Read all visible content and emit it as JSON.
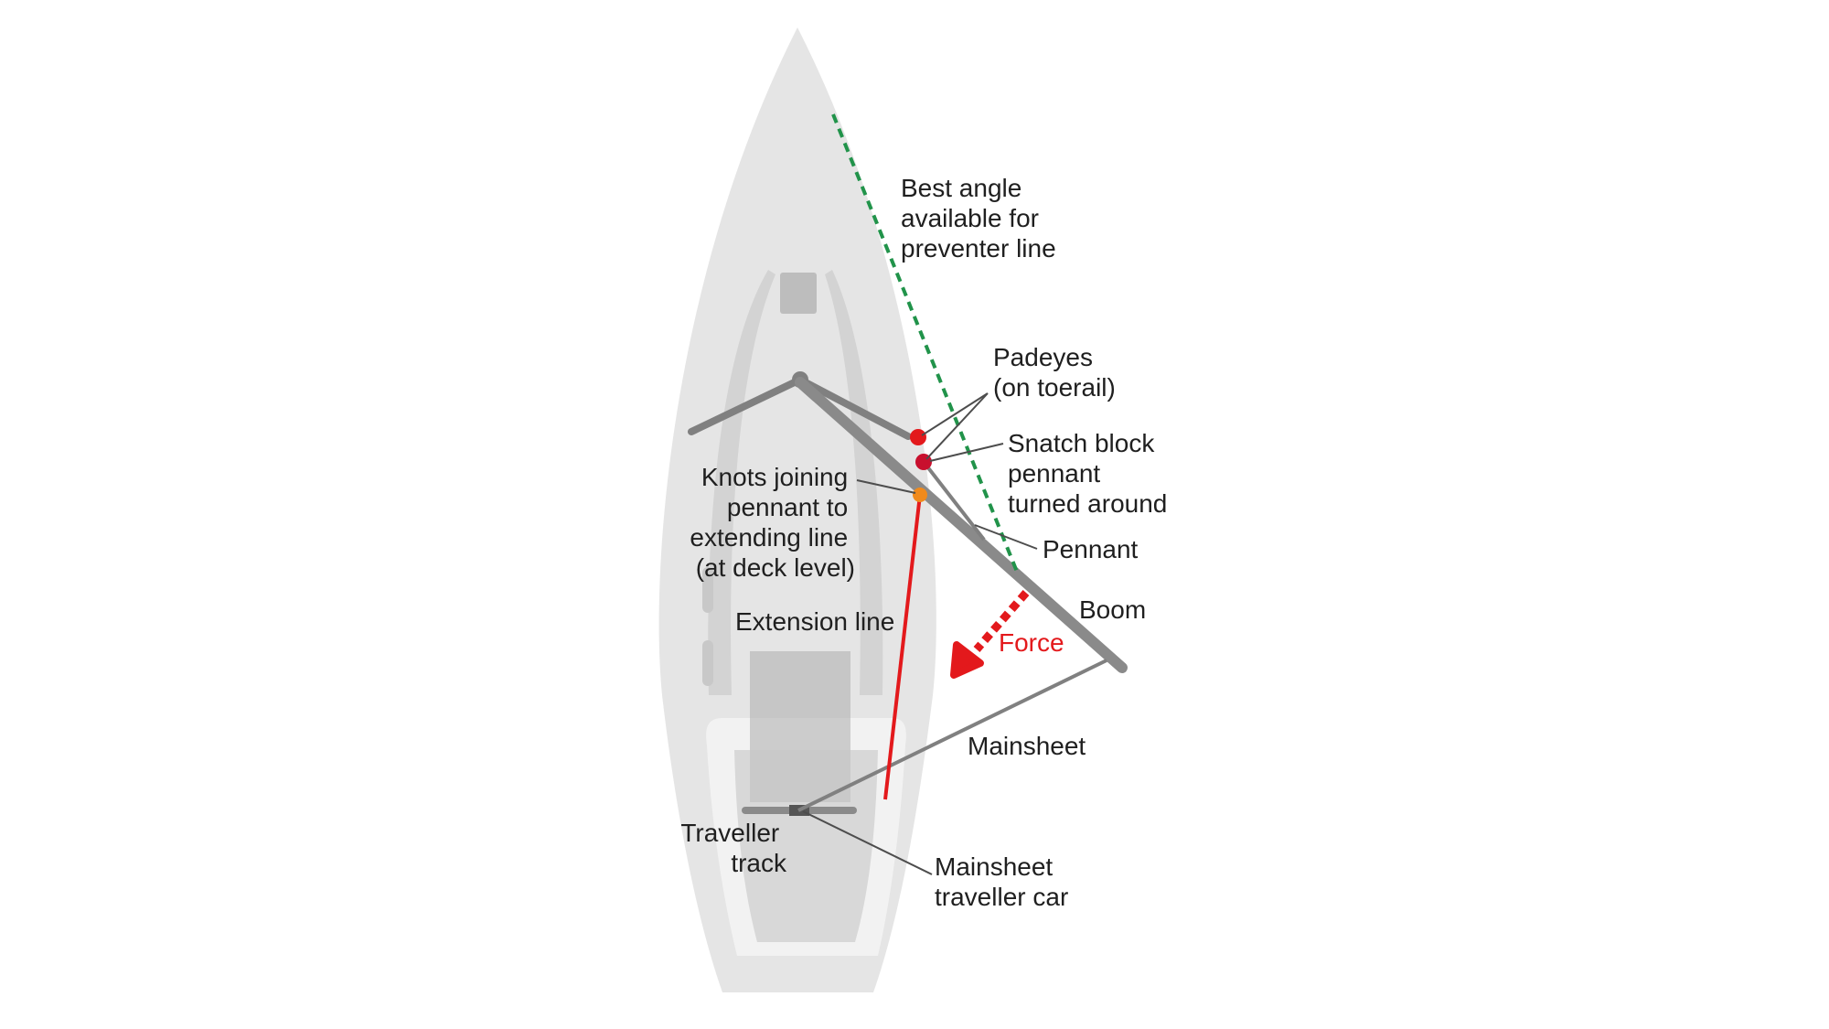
{
  "labels": {
    "best_angle": [
      "Best angle",
      "available for",
      "preventer line"
    ],
    "padeyes": [
      "Padeyes",
      "(on toerail)"
    ],
    "snatch_block": [
      "Snatch block",
      "pennant",
      "turned around"
    ],
    "knots": [
      "Knots joining",
      "pennant to",
      "extending line",
      "(at deck level)"
    ],
    "pennant": "Pennant",
    "extension_line": "Extension line",
    "boom": "Boom",
    "force": "Force",
    "mainsheet": "Mainsheet",
    "traveller_track": [
      "Traveller",
      "track"
    ],
    "mainsheet_car": [
      "Mainsheet",
      "traveller car"
    ]
  },
  "colors": {
    "hull": "#e5e5e5",
    "deck_recess": "#d3d3d3",
    "cockpit": "#f2f2f2",
    "hardware": "#808080",
    "preventer_line": "#21934a",
    "extension_line": "#e3191c",
    "force_arrow": "#e3191c",
    "padeye": "#e3191c",
    "snatch_block": "#c8102e",
    "knot": "#f08a1c",
    "leader": "#4d4d4d",
    "text": "#1f1f1f"
  }
}
